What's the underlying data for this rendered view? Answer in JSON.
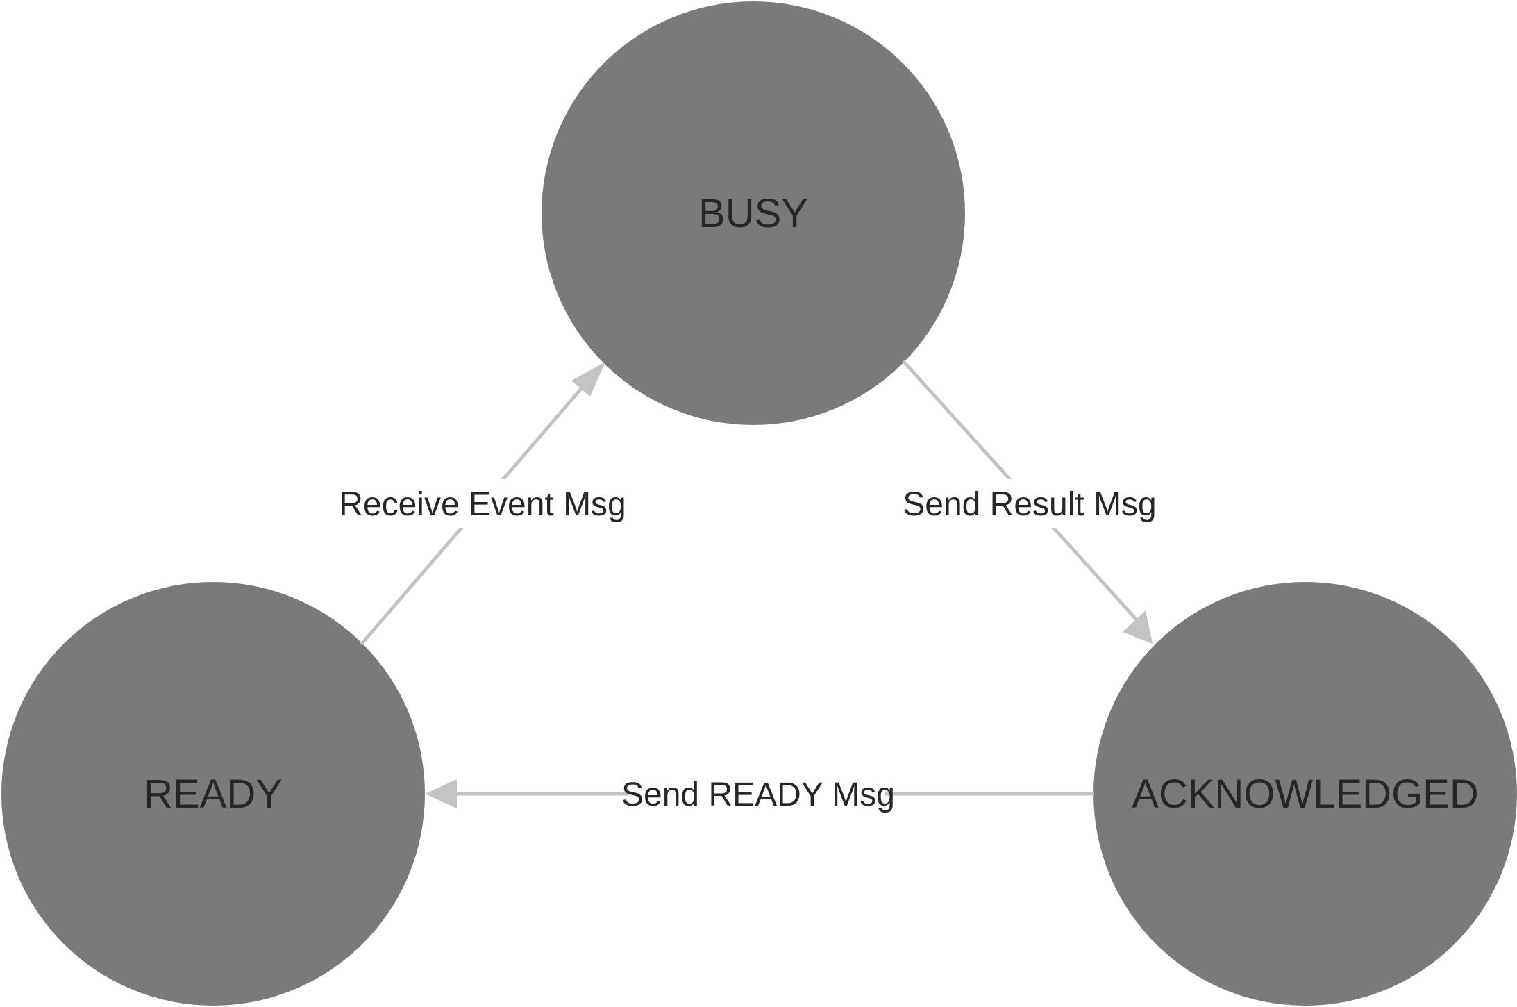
{
  "diagram": {
    "node_color": "#7a7a7a",
    "edge_color": "#c3c3c3",
    "nodes": {
      "busy": {
        "label": "BUSY"
      },
      "ready": {
        "label": "READY"
      },
      "acknowledged": {
        "label": "ACKNOWLEDGED"
      }
    },
    "edges": {
      "ready_to_busy": {
        "label": "Receive Event Msg"
      },
      "busy_to_acknowledged": {
        "label": "Send Result Msg"
      },
      "acknowledged_to_ready": {
        "label": "Send READY Msg"
      }
    }
  }
}
